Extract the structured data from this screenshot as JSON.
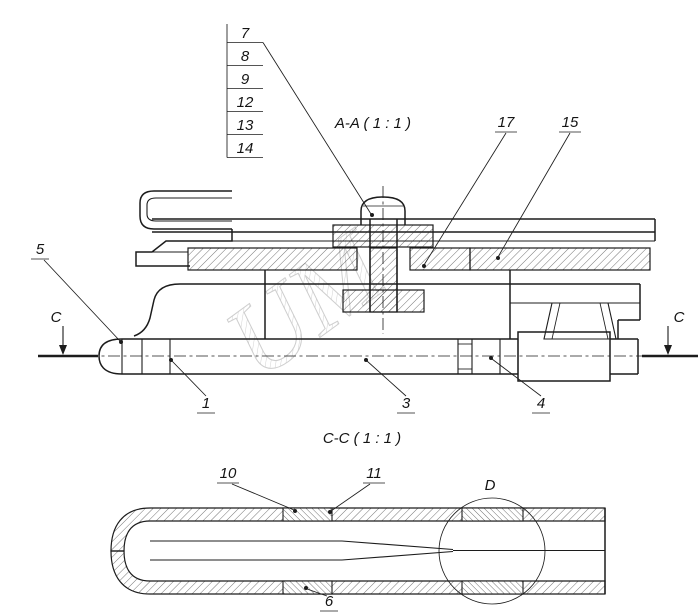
{
  "drawing": {
    "view_a": {
      "title": "A-A ( 1 : 1 )"
    },
    "view_c": {
      "title": "C-C ( 1 : 1 )"
    },
    "callout_stack": {
      "items": [
        "7",
        "8",
        "9",
        "12",
        "13",
        "14"
      ]
    },
    "section_marker": {
      "letter": "C"
    },
    "detail_marker": {
      "letter": "D"
    },
    "part_labels": {
      "p1": "1",
      "p3": "3",
      "p4": "4",
      "p5": "5",
      "p6": "6",
      "p10": "10",
      "p11": "11",
      "p15": "15",
      "p17": "17"
    },
    "watermark": "UM",
    "colors": {
      "line": "#1c1c1c",
      "background": "#ffffff",
      "watermark": "#c2c2c2"
    }
  }
}
